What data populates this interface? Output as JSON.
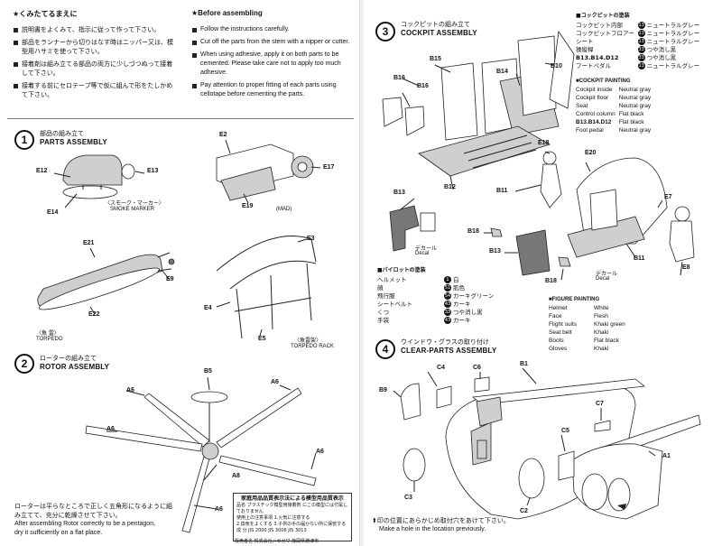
{
  "before": {
    "jp_heading": "★くみたてるまえに",
    "en_heading": "★Before assembling",
    "jp_items": [
      "説明書をよくみて、指示に従って作って下さい。",
      "部品をランナーから切りはなす時はニッパー又は、模型用ハサミを使って下さい。",
      "接着剤は組み立てる部品の両方に少しづつぬって接着して下さい。",
      "接着する前にセロテープ等で仮に組んで形をたしかめて下さい。"
    ],
    "en_items": [
      "Follow the instructions carefully.",
      "Cut off the parts from the stem with a nipper or cutter.",
      "When using adhesive, apply it on both parts to be cemented. Please take care not to apply too much adhesive.",
      "Pay attention to proper fitting of each parts using cellotape before cementing the parts."
    ]
  },
  "step1": {
    "number": "1",
    "jp": "部品の組み立て",
    "en": "PARTS ASSEMBLY",
    "labels": [
      "E12",
      "E13",
      "E14",
      "E2",
      "E17",
      "E19",
      "E21",
      "E9",
      "E22",
      "E3",
      "E4",
      "E5"
    ],
    "smoke_jp": "〈スモーク・マーカー〉",
    "smoke_en": "SMOKE MARKER",
    "mad": "(MAD)",
    "torpedo_jp": "〈魚 雷〉",
    "torpedo_en": "TORPEDO",
    "rack_jp": "〈魚雷架〉",
    "rack_en": "TORPEDO RACK"
  },
  "step2": {
    "number": "2",
    "jp": "ローターの組み立て",
    "en": "ROTOR ASSEMBLY",
    "labels": [
      "B5",
      "A6",
      "A6",
      "A6",
      "A6",
      "A6",
      "A8"
    ],
    "note_jp": "ローターは平らなところで正しく五角形になるように組み立てて、充分に乾燥させて下さい。",
    "note_en_1": "After assembling Rotor correctly to be a pentagon,",
    "note_en_2": "dry it sufficiently  on a flat place."
  },
  "notice": {
    "title": "家庭用品品質表示法による模型用品質表示",
    "lines": [
      "品名 プラスチック模型用接着剤 にこの模型には付属しておりません",
      "使用上の注意事項 1.火気に注意する",
      "2.換気をよくする 3.子供の手の届かない所に保管する",
      "成 分 JIS 2000 JIS 3006 JIS 3013"
    ],
    "foot": "販売者名 株式会社ハセガワ 静岡県焼津市"
  },
  "step3": {
    "number": "3",
    "jp": "コックピットの組み立て",
    "en": "COCKPIT ASSEMBLY",
    "labels": [
      "B16",
      "B15",
      "B14",
      "B10",
      "B16",
      "B12",
      "E18",
      "E20",
      "B11",
      "E7",
      "B13",
      "B18",
      "B13",
      "B11",
      "E8",
      "B18"
    ],
    "decal_jp": "デカール",
    "decal_en": "Decal",
    "decal2_jp": "デカール",
    "decal2_en": "Decal"
  },
  "cockpit_paint_jp": {
    "title": "■コックピットの塗装",
    "rows": [
      {
        "part": "コックピット内部",
        "num": "13",
        "color": "ニュートラルグレー"
      },
      {
        "part": "コックピットフロアー",
        "num": "13",
        "color": "ニュートラルグレー"
      },
      {
        "part": "シート",
        "num": "13",
        "color": "ニュートラルグレー"
      },
      {
        "part": "操縦桿",
        "num": "33",
        "color": "つや消し黒"
      },
      {
        "part": "B13.B14.D12",
        "num": "33",
        "color": "つや消し黒"
      },
      {
        "part": "フートペダル",
        "num": "13",
        "color": "ニュートラルグレー"
      }
    ]
  },
  "cockpit_paint_en": {
    "title": "■COCKPIT PAINTING",
    "rows": [
      {
        "part": "Cockpit inside",
        "color": "Neutral gray"
      },
      {
        "part": "Cockpit floor",
        "color": "Neutral gray"
      },
      {
        "part": "Seat",
        "color": "Neutral gray"
      },
      {
        "part": "Control column",
        "color": "Flat black"
      },
      {
        "part": "B13.B14.D12",
        "color": "Flat black"
      },
      {
        "part": "Foot pedal",
        "color": "Neutral gray"
      }
    ]
  },
  "pilot_paint_jp": {
    "title": "■パイロットの塗装",
    "rows": [
      {
        "part": "ヘルメット",
        "num": "1",
        "color": "白"
      },
      {
        "part": "顔",
        "num": "51",
        "color": "肌色"
      },
      {
        "part": "飛行服",
        "num": "54",
        "color": "カーキグリーン"
      },
      {
        "part": "シートベルト",
        "num": "43",
        "color": "カーキ"
      },
      {
        "part": "くつ",
        "num": "33",
        "color": "つや消し黒"
      },
      {
        "part": "手袋",
        "num": "43",
        "color": "カーキ"
      }
    ]
  },
  "figure_paint_en": {
    "title": "■FIGURE PAINTING",
    "rows": [
      {
        "part": "Helmet",
        "color": "White"
      },
      {
        "part": "Face",
        "color": "Flesh"
      },
      {
        "part": "Flight suits",
        "color": "Khaki green"
      },
      {
        "part": "Seat belt",
        "color": "Khaki"
      },
      {
        "part": "Boots",
        "color": "Flat black"
      },
      {
        "part": "Gloves",
        "color": "Khaki"
      }
    ]
  },
  "step4": {
    "number": "4",
    "jp": "ウインドウ・グラスの取り付け",
    "en": "CLEAR-PARTS ASSEMBLY",
    "labels": [
      "C4",
      "C6",
      "B1",
      "B9",
      "C7",
      "C5",
      "A1",
      "C3",
      "C2"
    ],
    "note_jp": "⬆印の位置にあらかじめ取付穴をあけて下さい。",
    "note_en": "Make a hole in the location previously."
  }
}
